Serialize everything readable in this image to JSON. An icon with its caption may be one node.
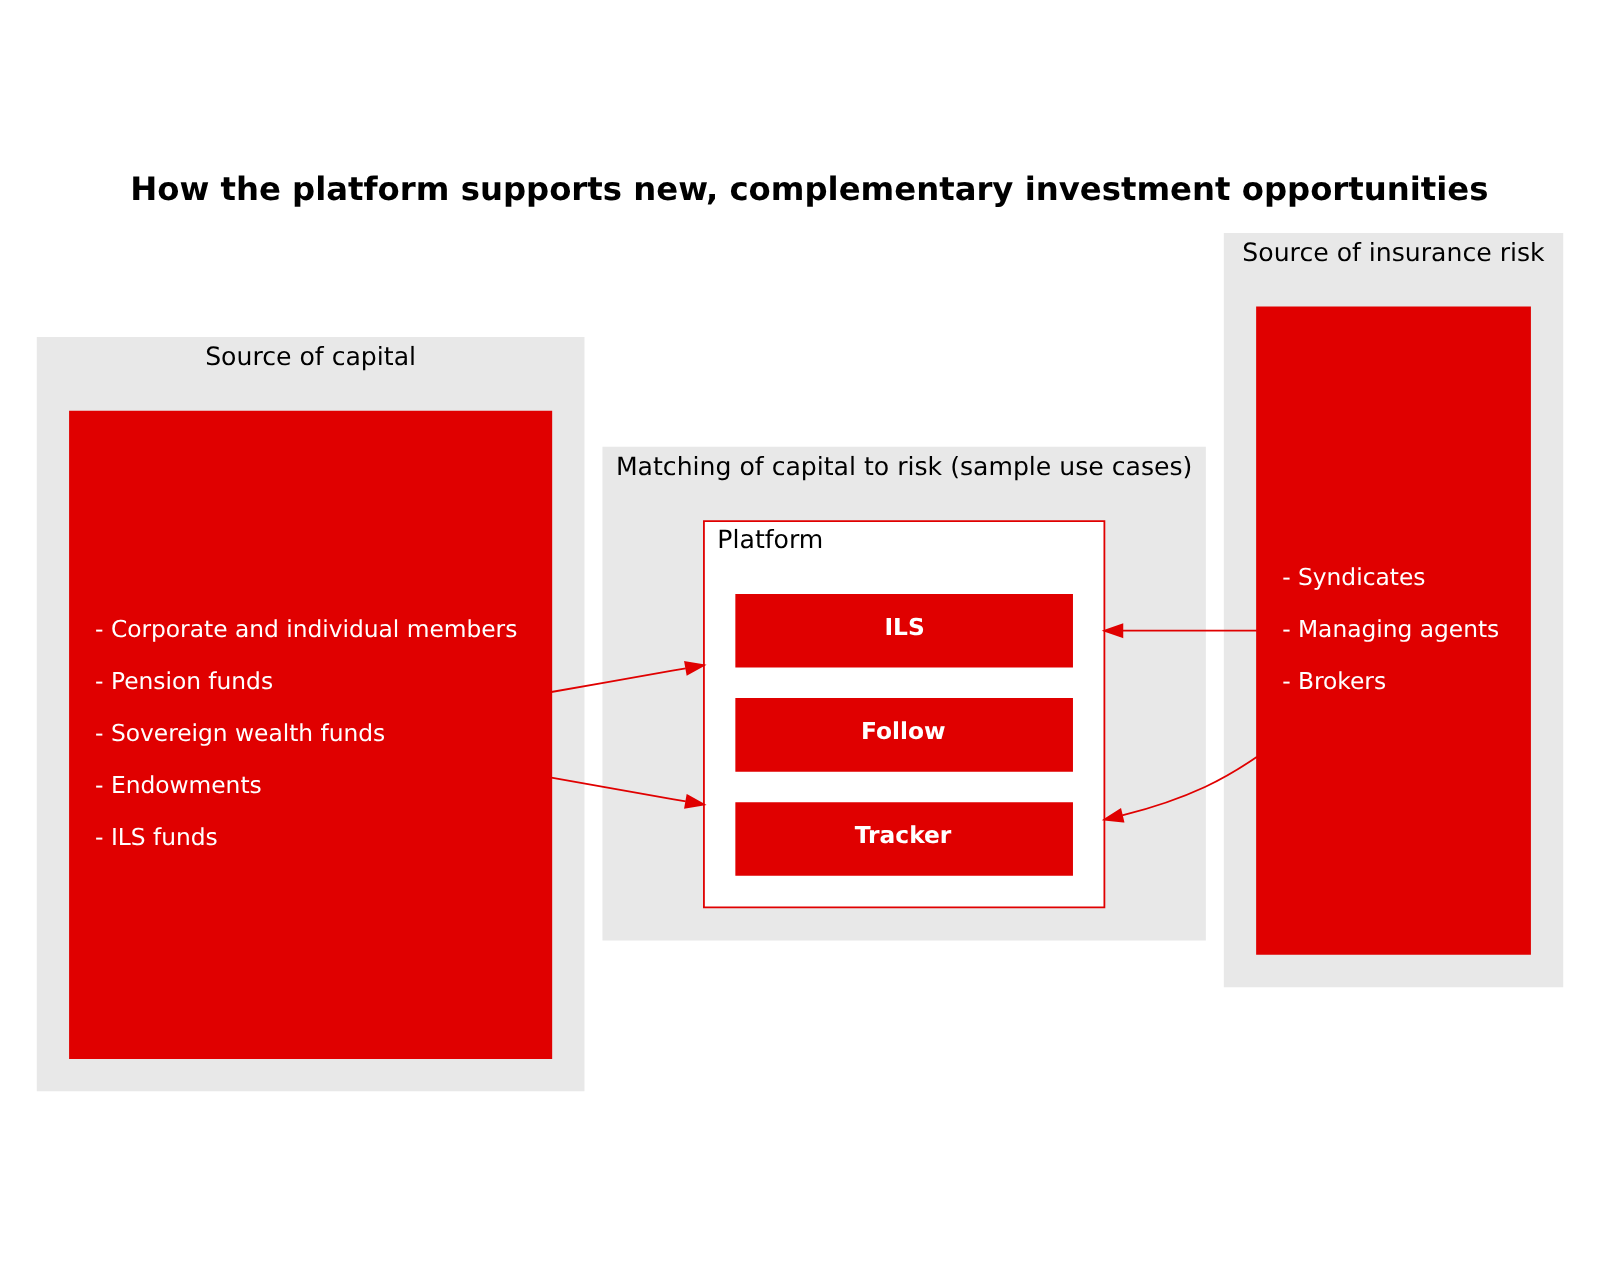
{
  "diagram": {
    "title": "How the platform supports new, complementary investment opportunities",
    "nodes": [
      {
        "text": [
          "Source of capital"
        ]
      },
      {
        "text": [
          "- Corporate and individual members",
          "- Pension funds",
          "- Sovereign wealth funds",
          "- Endowments",
          "- ILS funds"
        ],
        "in": 0
      },
      {
        "text": [
          "Matching of capital to risk (sample use cases)"
        ]
      },
      {
        "text": [
          "Platform"
        ],
        "in": 2
      },
      {
        "text": [
          "ILS"
        ],
        "in": 3
      },
      {
        "text": [
          "Follow"
        ],
        "in": 3
      },
      {
        "text": [
          "Tracker"
        ],
        "in": 3
      },
      {
        "text": [
          "Source of insurance risk"
        ]
      },
      {
        "text": [
          "- Syndicates",
          "- Managing agents",
          "- Brokers"
        ],
        "in": 7
      }
    ],
    "edges": [
      {
        "from": 1,
        "to": 3,
        "arrow": "to"
      },
      {
        "from": 1,
        "to": 3,
        "arrow": "to"
      },
      {
        "from": 8,
        "to": 3,
        "arrow": "to"
      },
      {
        "from": 8,
        "to": 3,
        "arrow": "to"
      }
    ]
  }
}
